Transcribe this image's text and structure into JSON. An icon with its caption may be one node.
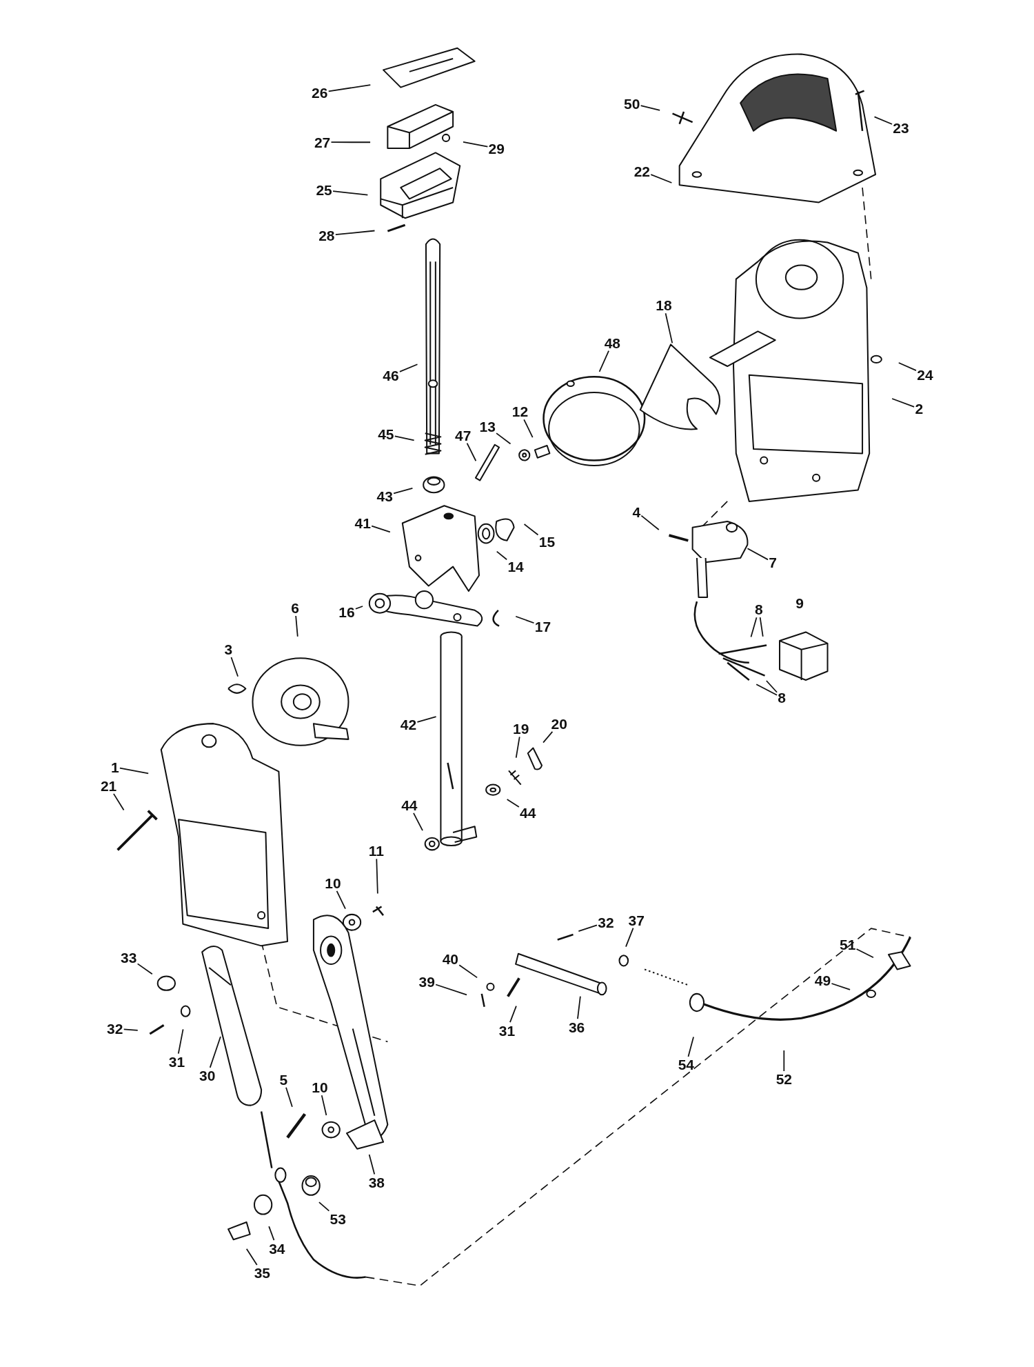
{
  "diagram": {
    "nodes": [
      {
        "text": [
          "26"
        ]
      },
      {
        "text": [
          "27"
        ]
      },
      {
        "text": [
          "29"
        ]
      },
      {
        "text": [
          "25"
        ]
      },
      {
        "text": [
          "28"
        ]
      },
      {
        "text": [
          "50"
        ]
      },
      {
        "text": [
          "23"
        ]
      },
      {
        "text": [
          "22"
        ]
      },
      {
        "text": [
          "18"
        ]
      },
      {
        "text": [
          "48"
        ]
      },
      {
        "text": [
          "24"
        ]
      },
      {
        "text": [
          "46"
        ]
      },
      {
        "text": [
          "2"
        ]
      },
      {
        "text": [
          "12"
        ]
      },
      {
        "text": [
          "13"
        ]
      },
      {
        "text": [
          "45"
        ]
      },
      {
        "text": [
          "47"
        ]
      },
      {
        "text": [
          "43"
        ]
      },
      {
        "text": [
          "4"
        ]
      },
      {
        "text": [
          "41"
        ]
      },
      {
        "text": [
          "15"
        ]
      },
      {
        "text": [
          "14"
        ]
      },
      {
        "text": [
          "7"
        ]
      },
      {
        "text": [
          "16"
        ]
      },
      {
        "text": [
          "8"
        ]
      },
      {
        "text": [
          "6"
        ]
      },
      {
        "text": [
          "17"
        ]
      },
      {
        "text": [
          "3"
        ]
      },
      {
        "text": [
          "8"
        ]
      },
      {
        "text": [
          "42"
        ]
      },
      {
        "text": [
          "20"
        ]
      },
      {
        "text": [
          "19"
        ]
      },
      {
        "text": [
          "44"
        ]
      },
      {
        "text": [
          "1"
        ]
      },
      {
        "text": [
          "21"
        ]
      },
      {
        "text": [
          "44"
        ]
      },
      {
        "text": [
          "11"
        ]
      },
      {
        "text": [
          "10"
        ]
      },
      {
        "text": [
          "32"
        ]
      },
      {
        "text": [
          "37"
        ]
      },
      {
        "text": [
          "51"
        ]
      },
      {
        "text": [
          "40"
        ]
      },
      {
        "text": [
          "33"
        ]
      },
      {
        "text": [
          "39"
        ]
      },
      {
        "text": [
          "49"
        ]
      },
      {
        "text": [
          "31"
        ]
      },
      {
        "text": [
          "36"
        ]
      },
      {
        "text": [
          "30"
        ]
      },
      {
        "text": [
          "31"
        ]
      },
      {
        "text": [
          "32"
        ]
      },
      {
        "text": [
          "54"
        ]
      },
      {
        "text": [
          "52"
        ]
      },
      {
        "text": [
          "5"
        ]
      },
      {
        "text": [
          "10"
        ]
      },
      {
        "text": [
          "38"
        ]
      },
      {
        "text": [
          "53"
        ]
      },
      {
        "text": [
          "34"
        ]
      },
      {
        "text": [
          "35"
        ]
      }
    ],
    "edges": [
      {
        "from": 0,
        "to": null,
        "arrow": "none"
      },
      {
        "from": 1,
        "to": null,
        "arrow": "none"
      },
      {
        "from": 2,
        "to": null,
        "arrow": "none"
      },
      {
        "from": 3,
        "to": null,
        "arrow": "none"
      },
      {
        "from": 4,
        "to": null,
        "arrow": "none"
      },
      {
        "from": 5,
        "to": null,
        "arrow": "none"
      },
      {
        "from": 6,
        "to": null,
        "arrow": "none"
      },
      {
        "from": 7,
        "to": null,
        "arrow": "none"
      },
      {
        "from": 8,
        "to": null,
        "arrow": "none"
      },
      {
        "from": 9,
        "to": null,
        "arrow": "none"
      },
      {
        "from": 10,
        "to": null,
        "arrow": "none"
      },
      {
        "from": 11,
        "to": null,
        "arrow": "none"
      },
      {
        "from": 12,
        "to": null,
        "arrow": "none"
      },
      {
        "from": 13,
        "to": null,
        "arrow": "none"
      },
      {
        "from": 14,
        "to": null,
        "arrow": "none"
      },
      {
        "from": 15,
        "to": null,
        "arrow": "none"
      },
      {
        "from": 16,
        "to": null,
        "arrow": "none"
      },
      {
        "from": 17,
        "to": null,
        "arrow": "none"
      },
      {
        "from": 18,
        "to": null,
        "arrow": "none"
      },
      {
        "from": 19,
        "to": null,
        "arrow": "none"
      },
      {
        "from": 20,
        "to": null,
        "arrow": "none"
      },
      {
        "from": 21,
        "to": null,
        "arrow": "none"
      },
      {
        "from": 22,
        "to": null,
        "arrow": "none"
      },
      {
        "from": 23,
        "to": null,
        "arrow": "none"
      },
      {
        "from": 24,
        "to": null,
        "arrow": "none"
      },
      {
        "from": 24,
        "to": null,
        "arrow": "none"
      },
      {
        "from": 25,
        "to": null,
        "arrow": "none"
      },
      {
        "from": 26,
        "to": null,
        "arrow": "none"
      },
      {
        "from": 27,
        "to": null,
        "arrow": "none"
      },
      {
        "from": 28,
        "to": null,
        "arrow": "none"
      },
      {
        "from": 28,
        "to": null,
        "arrow": "none"
      },
      {
        "from": 29,
        "to": null,
        "arrow": "none"
      },
      {
        "from": 30,
        "to": null,
        "arrow": "none"
      },
      {
        "from": 31,
        "to": null,
        "arrow": "none"
      },
      {
        "from": 32,
        "to": null,
        "arrow": "none"
      },
      {
        "from": 33,
        "to": null,
        "arrow": "none"
      },
      {
        "from": 34,
        "to": null,
        "arrow": "none"
      },
      {
        "from": 35,
        "to": null,
        "arrow": "none"
      },
      {
        "from": 36,
        "to": null,
        "arrow": "none"
      },
      {
        "from": 37,
        "to": null,
        "arrow": "none"
      },
      {
        "from": 38,
        "to": null,
        "arrow": "none"
      },
      {
        "from": 39,
        "to": null,
        "arrow": "none"
      },
      {
        "from": 40,
        "to": null,
        "arrow": "none"
      },
      {
        "from": 41,
        "to": null,
        "arrow": "none"
      },
      {
        "from": 42,
        "to": null,
        "arrow": "none"
      },
      {
        "from": 43,
        "to": null,
        "arrow": "none"
      },
      {
        "from": 44,
        "to": null,
        "arrow": "none"
      },
      {
        "from": 45,
        "to": null,
        "arrow": "none"
      },
      {
        "from": 46,
        "to": null,
        "arrow": "none"
      },
      {
        "from": 47,
        "to": null,
        "arrow": "none"
      },
      {
        "from": 48,
        "to": null,
        "arrow": "none"
      },
      {
        "from": 49,
        "to": null,
        "arrow": "none"
      },
      {
        "from": 50,
        "to": null,
        "arrow": "none"
      },
      {
        "from": 51,
        "to": null,
        "arrow": "none"
      },
      {
        "from": 52,
        "to": null,
        "arrow": "none"
      },
      {
        "from": 53,
        "to": null,
        "arrow": "none"
      },
      {
        "from": 54,
        "to": null,
        "arrow": "none"
      },
      {
        "from": 55,
        "to": null,
        "arrow": "none"
      },
      {
        "from": 56,
        "to": null,
        "arrow": "none"
      },
      {
        "from": 57,
        "to": null,
        "arrow": "none"
      }
    ],
    "labels": [
      "9"
    ]
  }
}
